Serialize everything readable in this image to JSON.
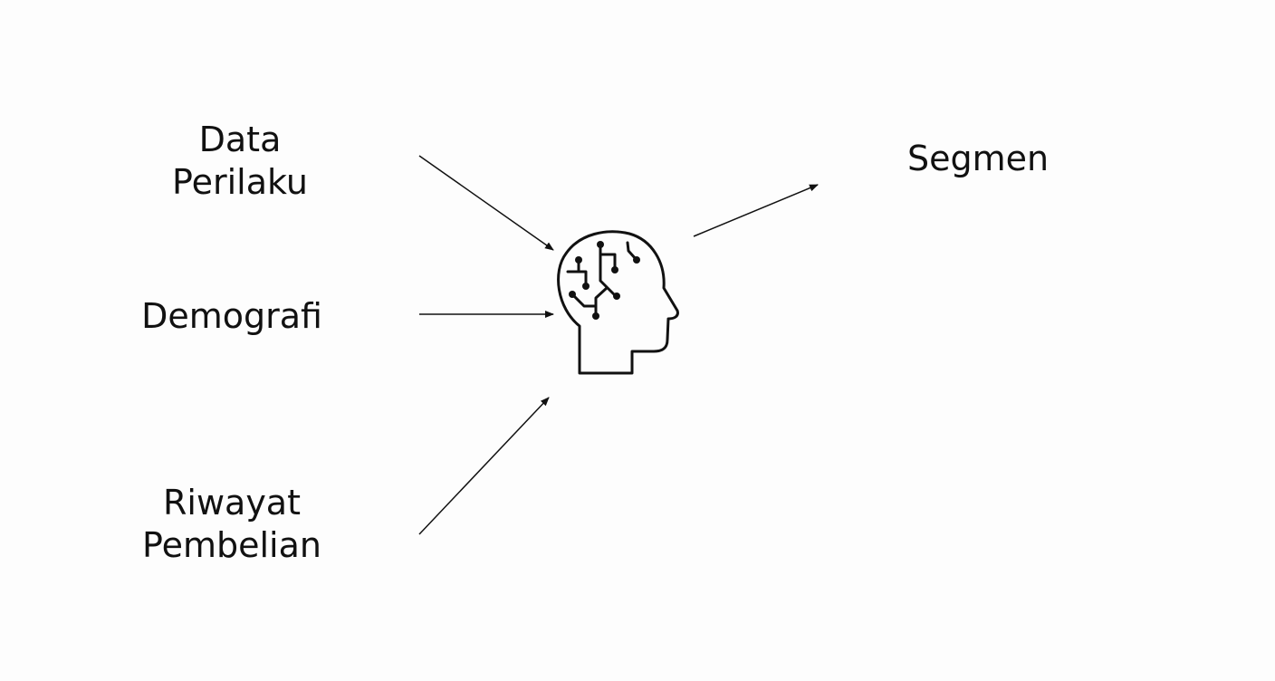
{
  "inputs": [
    {
      "lines": [
        "Data",
        "Perilaku"
      ]
    },
    {
      "lines": [
        "Demografi"
      ]
    },
    {
      "lines": [
        "Riwayat",
        "Pembelian"
      ]
    }
  ],
  "output": {
    "label": "Segmen"
  },
  "center_icon": "ai-brain-head-icon",
  "colors": {
    "stroke": "#111111",
    "background": "#fdfdfd"
  }
}
